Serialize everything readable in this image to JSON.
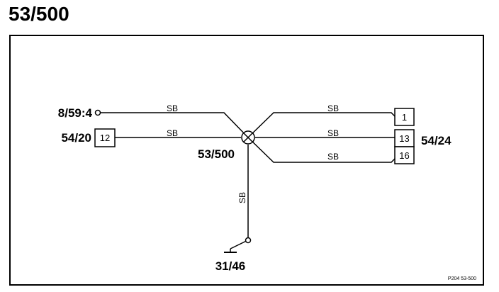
{
  "page_title": "53/500",
  "diagram": {
    "splice_label": "53/500",
    "footer_code": "P204 53-500",
    "left_connectors": [
      {
        "id": "8/59:4",
        "type": "terminal"
      },
      {
        "id": "54/20",
        "type": "box",
        "pin": "12"
      }
    ],
    "right_connector": {
      "id": "54/24",
      "pins": [
        "1",
        "13",
        "16"
      ]
    },
    "ground": {
      "id": "31/46"
    },
    "wires": [
      {
        "from": "8/59:4",
        "to": "53/500",
        "color": "SB"
      },
      {
        "from": "54/20:12",
        "to": "53/500",
        "color": "SB"
      },
      {
        "from": "53/500",
        "to": "54/24:1",
        "color": "SB"
      },
      {
        "from": "53/500",
        "to": "54/24:13",
        "color": "SB"
      },
      {
        "from": "53/500",
        "to": "54/24:16",
        "color": "SB"
      },
      {
        "from": "53/500",
        "to": "31/46",
        "color": "SB"
      }
    ]
  }
}
